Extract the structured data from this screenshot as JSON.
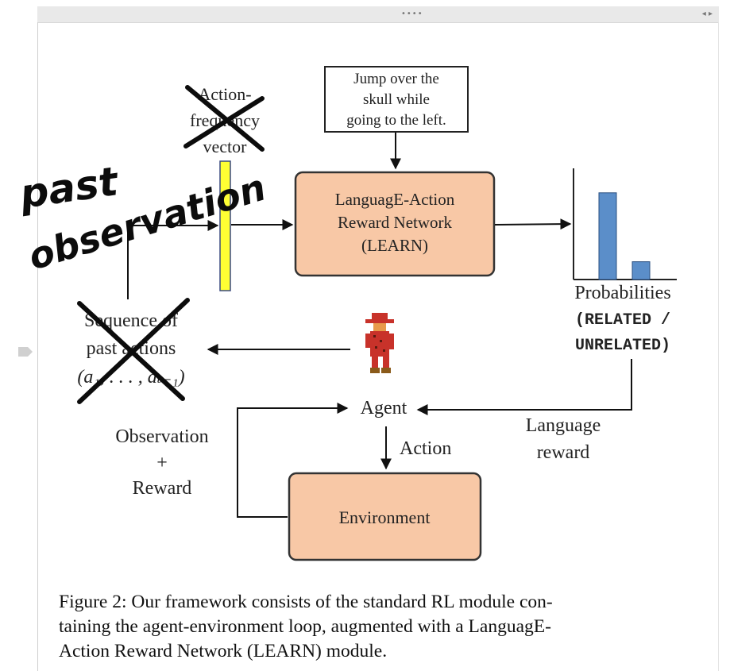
{
  "window": {
    "grip_icon": "drag-handle-icon",
    "arrows_icon": "split-arrows-icon",
    "arrows": "◂ ▸",
    "grip": "••••"
  },
  "diagram": {
    "instruction": [
      "Jump over the",
      "skull while",
      "going to the left."
    ],
    "vector_label": [
      "Action-",
      "frequency",
      "vector"
    ],
    "learn_box": [
      "LanguagE-Action",
      "Reward Network",
      "(LEARN)"
    ],
    "probabilities": [
      "Probabilities",
      "(RELATED /",
      "UNRELATED)"
    ],
    "sequence": [
      "Sequence of",
      "past actions",
      "(a₁, . . . , aₜ₋₁)"
    ],
    "agent": "Agent",
    "action": "Action",
    "observation": [
      "Observation",
      "+",
      "Reward"
    ],
    "language_reward": [
      "Language",
      "reward"
    ],
    "environment": "Environment",
    "handwritten": [
      "past",
      "observation"
    ],
    "colors": {
      "box_fill": "#f8c8a6",
      "bar_fill": "#5b8ec9",
      "vector_fill": "#ffff33",
      "agent_red": "#c8322a"
    }
  },
  "chart_data": {
    "type": "bar",
    "categories": [
      "RELATED",
      "UNRELATED"
    ],
    "values": [
      0.78,
      0.16
    ],
    "ylim": [
      0,
      1
    ],
    "title": "",
    "xlabel": "",
    "ylabel": ""
  },
  "caption": [
    "Figure 2: Our framework consists of the standard RL module con-",
    "taining the agent-environment loop, augmented with a LanguagE-",
    "Action Reward Network (LEARN) module."
  ]
}
